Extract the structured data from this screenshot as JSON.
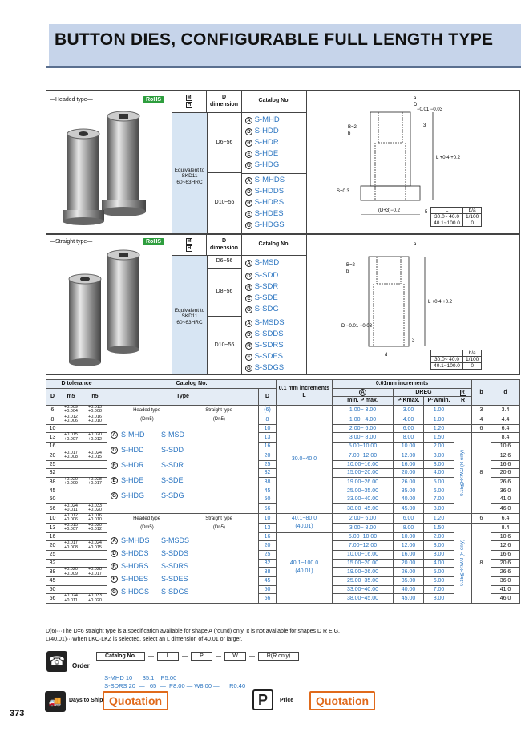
{
  "title": "BUTTON DIES, CONFIGURABLE FULL LENGTH TYPE",
  "page_number": "373",
  "headed": {
    "label": "—Headed type—",
    "rohs": "RoHS",
    "material_codes": [
      "M",
      "H"
    ],
    "material_desc": [
      "Equivalent to",
      "SKD11",
      "60~63HRC"
    ],
    "col_d": "D\ndimension",
    "col_catalog": "Catalog No.",
    "range1": "D6~56",
    "range2": "D10~56",
    "items1": [
      [
        "A",
        "S-MHD"
      ],
      [
        "D",
        "S-HDD"
      ],
      [
        "R",
        "S-HDR"
      ],
      [
        "E",
        "S-HDE"
      ],
      [
        "G",
        "S-HDG"
      ]
    ],
    "items2": [
      [
        "A",
        "S-MHDS"
      ],
      [
        "D",
        "S-HDDS"
      ],
      [
        "R",
        "S-HDRS"
      ],
      [
        "E",
        "S-HDES"
      ],
      [
        "G",
        "S-HDGS"
      ]
    ],
    "ldim": [
      [
        "L",
        "b/a"
      ],
      [
        "30.0~ 40.0",
        "1/100"
      ],
      [
        "40.1~100.0",
        "0"
      ]
    ]
  },
  "straight": {
    "label": "—Straight type—",
    "rohs": "RoHS",
    "material_codes": [
      "M",
      "H"
    ],
    "material_desc": [
      "Equivalent to",
      "SKD11",
      "60~63HRC"
    ],
    "col_d": "D\ndimension",
    "col_catalog": "Catalog No.",
    "range1": "D6~56",
    "range2": "D8~56",
    "range3": "D10~56",
    "items1": [
      [
        "A",
        "S-MSD"
      ]
    ],
    "items2": [
      [
        "D",
        "S-SDD"
      ],
      [
        "R",
        "S-SDR"
      ],
      [
        "E",
        "S-SDE"
      ],
      [
        "G",
        "S-SDG"
      ]
    ],
    "items3": [
      [
        "A",
        "S-MSDS"
      ],
      [
        "D",
        "S-SDDS"
      ],
      [
        "R",
        "S-SDRS"
      ],
      [
        "E",
        "S-SDES"
      ],
      [
        "G",
        "S-SDGS"
      ]
    ],
    "ldim": [
      [
        "L",
        "b/a"
      ],
      [
        "30.0~ 40.0",
        "1/100"
      ],
      [
        "40.1~100.0",
        "0"
      ]
    ]
  },
  "table": {
    "h_dtol": "D tolerance",
    "h_catalog": "Catalog No.",
    "h_L": "0.1 mm increments",
    "h_L2": "L",
    "h_001": "0.01mm increments",
    "h_b": "b",
    "h_d": "d",
    "h_D": "D",
    "h_m5": "m5",
    "h_n5": "n5",
    "h_type": "Type",
    "h_D2": "D",
    "h_P": "min. P max.",
    "h_PK": "P·Kmax.",
    "h_PW": "P·Wmin.",
    "h_R": "R",
    "h_A": "A",
    "h_DREG": "DREG",
    "headed_lbl": "Headed type",
    "straight_lbl": "Straight type",
    "dm5": "(Dm5)",
    "dn5": "(Dn5)",
    "rows1": [
      [
        "6",
        "+0.009\n+0.004",
        "+0.013\n+0.008",
        "(6)",
        "1.00~ 3.00",
        "3.00",
        "1.00",
        "3",
        "3.4"
      ],
      [
        "8",
        "+0.012\n+0.006",
        "+0.016\n+0.010",
        "8",
        "1.00~ 4.00",
        "4.00",
        "1.00",
        "4",
        "4.4"
      ],
      [
        "10",
        "",
        "",
        "10",
        "2.00~ 6.00",
        "6.00",
        "1.20",
        "6",
        "6.4"
      ],
      [
        "13",
        "+0.015\n+0.007",
        "+0.020\n+0.012",
        "13",
        "3.00~ 8.00",
        "8.00",
        "1.50",
        "",
        "8.4"
      ],
      [
        "16",
        "",
        "",
        "16",
        "5.00~10.00",
        "10.00",
        "2.00",
        "",
        "10.6"
      ],
      [
        "20",
        "+0.017\n+0.008",
        "+0.024\n+0.015",
        "20",
        "7.00~12.00",
        "12.00",
        "3.00",
        "",
        "12.6"
      ],
      [
        "25",
        "",
        "",
        "25",
        "10.00~16.00",
        "16.00",
        "3.00",
        "",
        "16.6"
      ],
      [
        "32",
        "",
        "",
        "32",
        "15.00~20.00",
        "20.00",
        "4.00",
        "",
        "20.6"
      ],
      [
        "38",
        "+0.020\n+0.009",
        "+0.028\n+0.017",
        "38",
        "19.00~26.00",
        "26.00",
        "5.00",
        "",
        "26.6"
      ],
      [
        "45",
        "",
        "",
        "45",
        "25.00~35.00",
        "35.00",
        "6.00",
        "",
        "36.0"
      ],
      [
        "50",
        "",
        "",
        "50",
        "33.00~40.00",
        "40.00",
        "7.00",
        "",
        "41.0"
      ],
      [
        "56",
        "+0.024\n+0.011",
        "+0.033\n+0.020",
        "56",
        "38.00~45.00",
        "45.00",
        "8.00",
        "",
        "46.0"
      ]
    ],
    "rows2": [
      [
        "10",
        "+0.012\n+0.006",
        "+0.016\n+0.010",
        "10",
        "2.00~ 6.00",
        "6.00",
        "1.20",
        "6",
        "6.4"
      ],
      [
        "13",
        "+0.015\n+0.007",
        "+0.020\n+0.012",
        "13",
        "3.00~ 8.00",
        "8.00",
        "1.50",
        "",
        "8.4"
      ],
      [
        "16",
        "",
        "",
        "16",
        "5.00~10.00",
        "10.00",
        "2.00",
        "",
        "10.6"
      ],
      [
        "20",
        "+0.017\n+0.008",
        "+0.024\n+0.015",
        "20",
        "7.00~12.00",
        "12.00",
        "3.00",
        "",
        "12.6"
      ],
      [
        "25",
        "",
        "",
        "25",
        "10.00~16.00",
        "16.00",
        "3.00",
        "",
        "16.6"
      ],
      [
        "32",
        "",
        "",
        "32",
        "15.00~20.00",
        "20.00",
        "4.00",
        "",
        "20.6"
      ],
      [
        "38",
        "+0.020\n+0.009",
        "+0.028\n+0.017",
        "38",
        "19.00~26.00",
        "26.00",
        "5.00",
        "",
        "26.6"
      ],
      [
        "45",
        "",
        "",
        "45",
        "25.00~35.00",
        "35.00",
        "6.00",
        "",
        "36.0"
      ],
      [
        "50",
        "",
        "",
        "50",
        "33.00~40.00",
        "40.00",
        "7.00",
        "",
        "41.0"
      ],
      [
        "56",
        "+0.024\n+0.011",
        "+0.033\n+0.020",
        "56",
        "38.00~45.00",
        "45.00",
        "8.00",
        "",
        "46.0"
      ]
    ],
    "cat1": [
      [
        "A",
        "S-MHD",
        "S-MSD"
      ],
      [
        "D",
        "S-HDD",
        "S-SDD"
      ],
      [
        "R",
        "S-HDR",
        "S-SDR"
      ],
      [
        "E",
        "S-HDE",
        "S-SDE"
      ],
      [
        "G",
        "S-HDG",
        "S-SDG"
      ]
    ],
    "cat2": [
      [
        "A",
        "S-MHDS",
        "S-MSDS"
      ],
      [
        "D",
        "S-HDDS",
        "S-SDDS"
      ],
      [
        "R",
        "S-HDRS",
        "S-SDRS"
      ],
      [
        "E",
        "S-HDES",
        "S-SDES"
      ],
      [
        "G",
        "S-HDGS",
        "S-SDGS"
      ]
    ],
    "L1": "30.0~40.0",
    "L2a": "40.1~80.0",
    "L2b": "(40.01)",
    "L2c": "40.1~100.0",
    "L2d": "(40.01)",
    "b8": "8",
    "r_note": "0.15≦R<W/2 (R only)"
  },
  "notes": [
    "D(6)···The D=6 straight type is a specification available for shape A (round) only. It is not available for shapes D R E G.",
    "L(40.01)···When LKC·LKZ is selected, select an L dimension of 40.01 or larger."
  ],
  "order": {
    "label": "Order",
    "headers": [
      "Catalog No.",
      "L",
      "P",
      "W",
      "R(R only)"
    ],
    "ex1": [
      "S-MHD 10",
      "35.1",
      "P5.00",
      "",
      ""
    ],
    "ex2": [
      "S-SDRS 20",
      "65",
      "P8.00",
      "W8.00",
      "R0.40"
    ]
  },
  "days_to_ship": "Days to Ship",
  "quotation": "Quotation",
  "price": "Price",
  "price_icon": "P"
}
